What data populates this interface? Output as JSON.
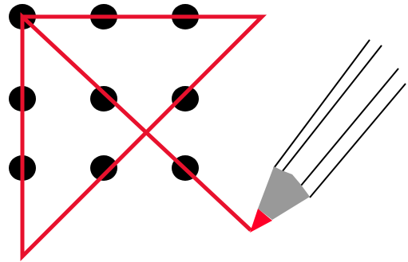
{
  "puzzle": {
    "dot_grid": {
      "rows": 3,
      "cols": 3
    },
    "path": {
      "segments": 4
    },
    "colors": {
      "dot": "#000000",
      "line": "#e8112d",
      "pencil_lines": "#000000",
      "pencil_wood": "#999999",
      "pencil_tip": "#ff0028",
      "background": "#ffffff"
    },
    "icons": {
      "pencil": "pencil-icon"
    }
  }
}
